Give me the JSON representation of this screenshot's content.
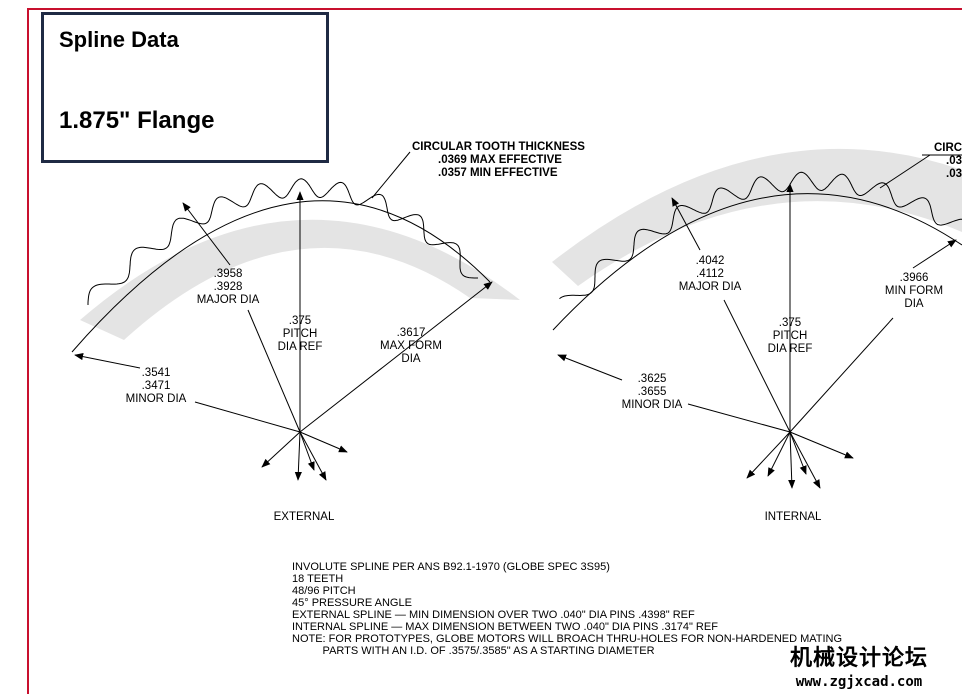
{
  "title": {
    "line1": "Spline Data",
    "line2": "1.875\" Flange"
  },
  "external": {
    "tooth_thickness": [
      "CIRCULAR TOOTH THICKNESS",
      ".0369 MAX EFFECTIVE",
      ".0357 MIN EFFECTIVE"
    ],
    "major_dia": [
      ".3958",
      ".3928",
      "MAJOR DIA"
    ],
    "pitch_dia": [
      ".375",
      "PITCH",
      "DIA REF"
    ],
    "max_form_dia": [
      ".3617",
      "MAX FORM",
      "DIA"
    ],
    "minor_dia": [
      ".3541",
      ".3471",
      "MINOR DIA"
    ],
    "caption": "EXTERNAL"
  },
  "internal": {
    "tooth_thickness": [
      "CIRC",
      ".03",
      ".03"
    ],
    "major_dia": [
      ".4042",
      ".4112",
      "MAJOR DIA"
    ],
    "pitch_dia": [
      ".375",
      "PITCH",
      "DIA REF"
    ],
    "min_form_dia": [
      ".3966",
      "MIN FORM",
      "DIA"
    ],
    "minor_dia": [
      ".3625",
      ".3655",
      "MINOR DIA"
    ],
    "caption": "INTERNAL"
  },
  "notes": [
    "INVOLUTE SPLINE PER ANS B92.1-1970 (GLOBE SPEC 3S95)",
    "18 TEETH",
    "48/96 PITCH",
    "45° PRESSURE ANGLE",
    "EXTERNAL SPLINE — MIN DIMENSION OVER TWO .040\" DIA PINS .4398\" REF",
    "INTERNAL SPLINE — MAX DIMENSION BETWEEN TWO .040\" DIA PINS .3174\" REF",
    "NOTE: FOR PROTOTYPES, GLOBE MOTORS WILL BROACH THRU-HOLES FOR NON-HARDENED MATING",
    "          PARTS WITH AN I.D. OF .3575/.3585\" AS A STARTING DIAMETER"
  ],
  "watermark": {
    "line1": "机械设计论坛",
    "line2": "www.zgjxcad.com"
  }
}
